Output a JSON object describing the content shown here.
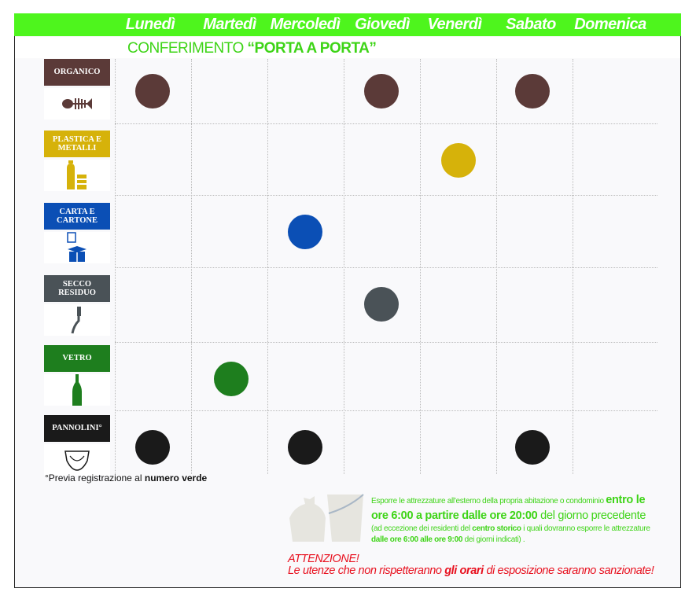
{
  "days": [
    "Lunedì",
    "Martedì",
    "Mercoledì",
    "Giovedì",
    "Venerdì",
    "Sabato",
    "Domenica"
  ],
  "subtitle": {
    "prefix": "CONFERIMENTO ",
    "bold": "“PORTA A PORTA”"
  },
  "categories": [
    {
      "label": "ORGANICO",
      "color": "#5b3a38",
      "icon": "fish-bone-icon",
      "days": [
        0,
        3,
        5
      ]
    },
    {
      "label": "PLASTICA E METALLI",
      "color": "#d6b20a",
      "icon": "bottle-can-icon",
      "days": [
        4
      ]
    },
    {
      "label": "CARTA E CARTONE",
      "color": "#0b4fb5",
      "icon": "cardboard-box-icon",
      "days": [
        2
      ]
    },
    {
      "label": "SECCO RESIDUO",
      "color": "#4a5257",
      "icon": "toothbrush-icon",
      "days": [
        3
      ]
    },
    {
      "label": "VETRO",
      "color": "#1e7e1e",
      "icon": "glass-bottle-icon",
      "days": [
        1
      ]
    },
    {
      "label": "PANNOLINI°",
      "color": "#1a1a1a",
      "icon": "diaper-icon",
      "days": [
        0,
        2,
        5
      ]
    }
  ],
  "note": {
    "prefix": "°Previa registrazione al ",
    "bold": "numero verde"
  },
  "info": {
    "l1": "Esporre le attrezzature all'esterno della propria abitazione o condominio ",
    "l1b": "entro le ore 6:00 a partire dalle ore 20:00",
    "l1c": " del giorno precedente",
    "l2": "(ad eccezione dei residenti del ",
    "l2b": "centro storico",
    "l2c": " i quali dovranno esporre le attrezzature ",
    "l2d": "dalle ore 6:00 alle ore 9:00",
    "l2e": " dei giorni indicati) ."
  },
  "warning": {
    "title": "ATTENZIONE!",
    "prefix": "Le utenze che non rispetteranno ",
    "bold": "gli orari",
    "suffix": " di esposizione saranno sanzionate!"
  }
}
